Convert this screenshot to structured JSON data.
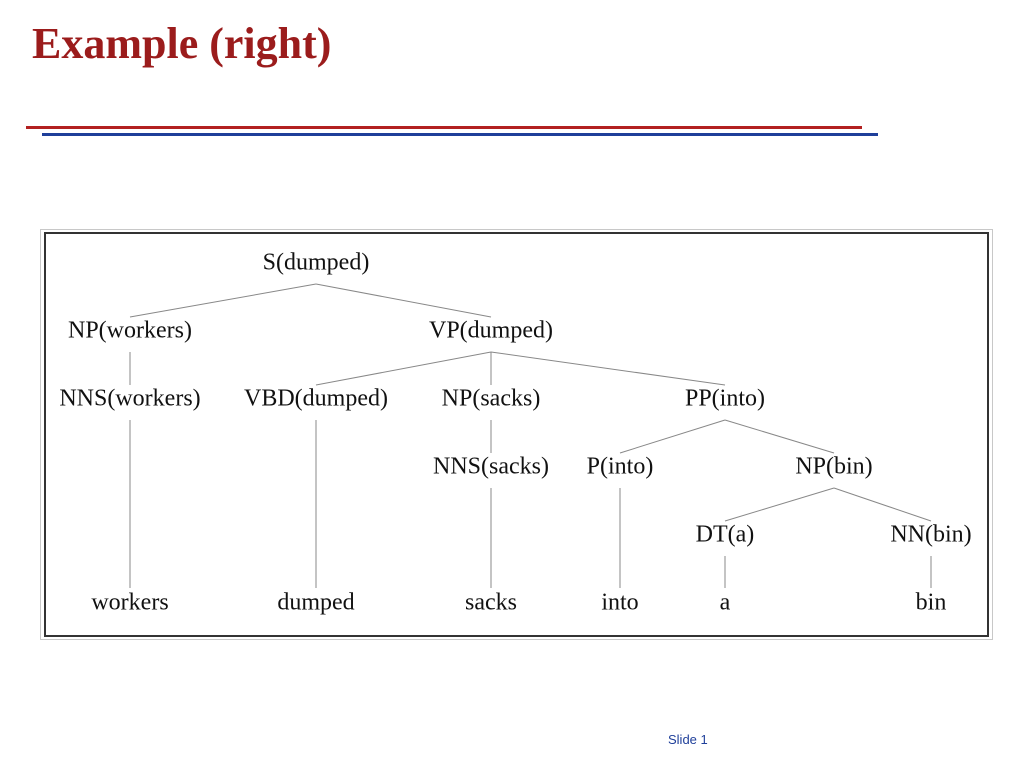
{
  "slide": {
    "title": "Example (right)",
    "footer": "Slide 1"
  },
  "colors": {
    "title": "#9b1c1c",
    "rule_red": "#b32020",
    "rule_blue": "#1f3f9a",
    "footer": "#1f3f9a"
  },
  "tree": {
    "nodes": [
      {
        "id": "s",
        "label": "S(dumped)"
      },
      {
        "id": "np1",
        "label": "NP(workers)"
      },
      {
        "id": "vp",
        "label": "VP(dumped)"
      },
      {
        "id": "nns1",
        "label": "NNS(workers)"
      },
      {
        "id": "vbd",
        "label": "VBD(dumped)"
      },
      {
        "id": "np2",
        "label": "NP(sacks)"
      },
      {
        "id": "pp",
        "label": "PP(into)"
      },
      {
        "id": "nns2",
        "label": "NNS(sacks)"
      },
      {
        "id": "p",
        "label": "P(into)"
      },
      {
        "id": "np3",
        "label": "NP(bin)"
      },
      {
        "id": "dt",
        "label": "DT(a)"
      },
      {
        "id": "nn",
        "label": "NN(bin)"
      },
      {
        "id": "w1",
        "label": "workers"
      },
      {
        "id": "w2",
        "label": "dumped"
      },
      {
        "id": "w3",
        "label": "sacks"
      },
      {
        "id": "w4",
        "label": "into"
      },
      {
        "id": "w5",
        "label": "a"
      },
      {
        "id": "w6",
        "label": "bin"
      }
    ],
    "edges": [
      [
        "s",
        "np1"
      ],
      [
        "s",
        "vp"
      ],
      [
        "np1",
        "nns1"
      ],
      [
        "vp",
        "vbd"
      ],
      [
        "vp",
        "np2"
      ],
      [
        "vp",
        "pp"
      ],
      [
        "np2",
        "nns2"
      ],
      [
        "pp",
        "p"
      ],
      [
        "pp",
        "np3"
      ],
      [
        "np3",
        "dt"
      ],
      [
        "np3",
        "nn"
      ],
      [
        "nns1",
        "w1"
      ],
      [
        "vbd",
        "w2"
      ],
      [
        "nns2",
        "w3"
      ],
      [
        "p",
        "w4"
      ],
      [
        "dt",
        "w5"
      ],
      [
        "nn",
        "w6"
      ]
    ]
  }
}
